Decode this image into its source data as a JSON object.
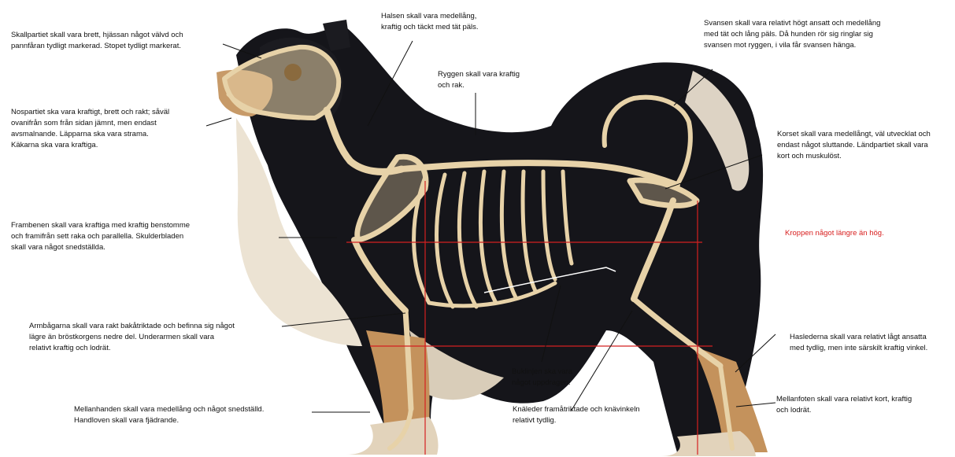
{
  "labels": {
    "skull": "Skallpartiet skall vara brett, hjässan något välvd och\npannfåran tydligt markerad. Stopet tydligt markerat.",
    "neck": "Halsen skall vara medellång,\nkraftig och täckt med tät päls.",
    "back": "Ryggen skall vara kraftig\noch rak.",
    "tail": "Svansen skall vara relativt högt ansatt och medellång\nmed tät och lång päls. Då hunden rör sig ringlar sig\nsvansen mot ryggen, i vila får svansen hänga.",
    "muzzle": "Nospartiet ska vara kraftigt, brett och rakt; såväl\novanifrån som från sidan jämnt, men endast\navsmalnande. Läpparna ska vara strama.\nKäkarna ska vara kraftiga.",
    "croup": "Korset skall vara medellångt, väl utvecklat och\nendast något sluttande. Ländpartiet skall vara\nkort och muskulöst.",
    "proportion": "Kroppen något längre än hög.",
    "forelegs": "Frambenen skall vara kraftiga med kraftig benstomme\noch framifrån sett raka och parallella. Skulderbladen\nskall vara något snedställda.",
    "elbows": "Armbågarna skall vara rakt bakåtriktade och befinna sig något\nlägre än bröstkorgens nedre del. Underarmen skall vara\nrelativt kraftig och lodrät.",
    "hocks": "Haslederna skall vara relativt lågt ansatta\nmed tydlig, men inte särskilt kraftig vinkel.",
    "belly": "Buklinjen ska vara\nnågot uppdragen.",
    "metatarsus": "Mellanfoten skall vara relativt kort, kraftig\noch lodrät.",
    "pastern": "Mellanhanden skall vara medellång och något snedställd.\nHandloven skall vara fjädrande.",
    "stifle": "Knäleder framåtriktade och knävinkeln\nrelativt tydlig."
  },
  "colors": {
    "reference_lines": "#d42020",
    "coat_dark": "#15151a",
    "coat_light": "#ece3d3",
    "coat_tan": "#c4925c",
    "bone": "#e7d2a8",
    "bone_shadow": "#8a6a3e",
    "text": "#111111"
  }
}
